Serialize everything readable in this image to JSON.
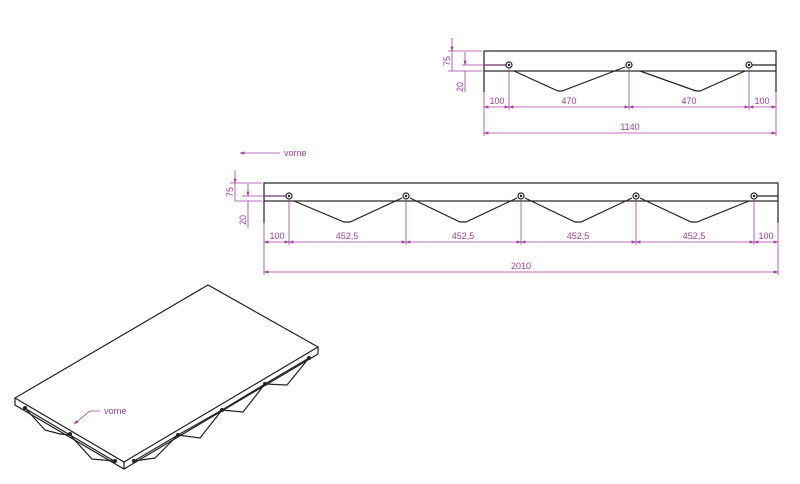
{
  "colors": {
    "object": "#222222",
    "dimension": "#a040a0"
  },
  "front_label": "vorne",
  "short_view": {
    "height_dims": [
      "75",
      "20"
    ],
    "spacing_dims": [
      "100",
      "470",
      "470",
      "100"
    ],
    "total": "1140"
  },
  "long_view": {
    "front_label": "vorne",
    "height_dims": [
      "75",
      "20"
    ],
    "spacing_dims": [
      "100",
      "452,5",
      "452,5",
      "452,5",
      "452,5",
      "100"
    ],
    "total": "2010"
  },
  "iso_view": {
    "front_label": "vorne"
  }
}
